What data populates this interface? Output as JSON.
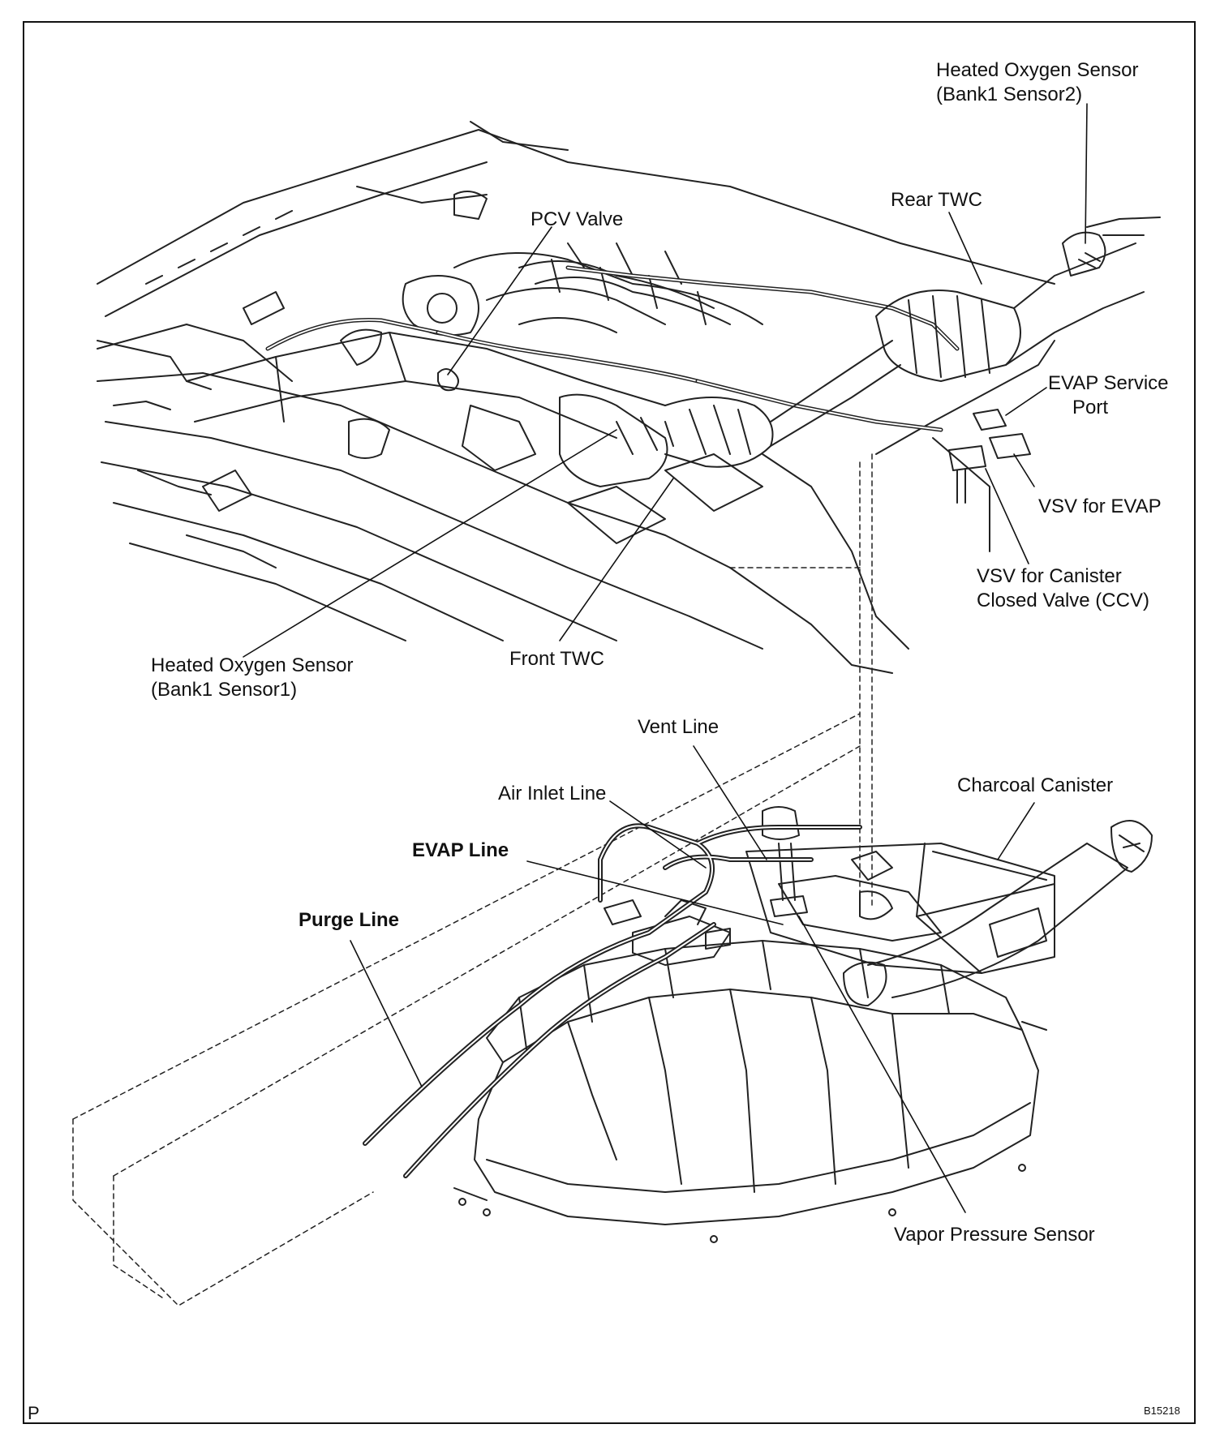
{
  "labels": {
    "ho2s_bank1_sensor2_l1": "Heated Oxygen Sensor",
    "ho2s_bank1_sensor2_l2": "(Bank1 Sensor2)",
    "rear_twc": "Rear TWC",
    "pcv_valve": "PCV Valve",
    "evap_service_port_l1": "EVAP Service",
    "evap_service_port_l2": "Port",
    "vsv_for_evap": "VSV for EVAP",
    "vsv_ccv_l1": "VSV for Canister",
    "vsv_ccv_l2": "Closed Valve (CCV)",
    "ho2s_bank1_sensor1_l1": "Heated Oxygen Sensor",
    "ho2s_bank1_sensor1_l2": "(Bank1 Sensor1)",
    "front_twc": "Front TWC",
    "vent_line": "Vent Line",
    "air_inlet_line": "Air Inlet Line",
    "charcoal_canister": "Charcoal Canister",
    "evap_line": "EVAP Line",
    "purge_line": "Purge Line",
    "vapor_pressure_sensor": "Vapor Pressure Sensor"
  },
  "corner_mark": "P",
  "figure_code": "B15218"
}
